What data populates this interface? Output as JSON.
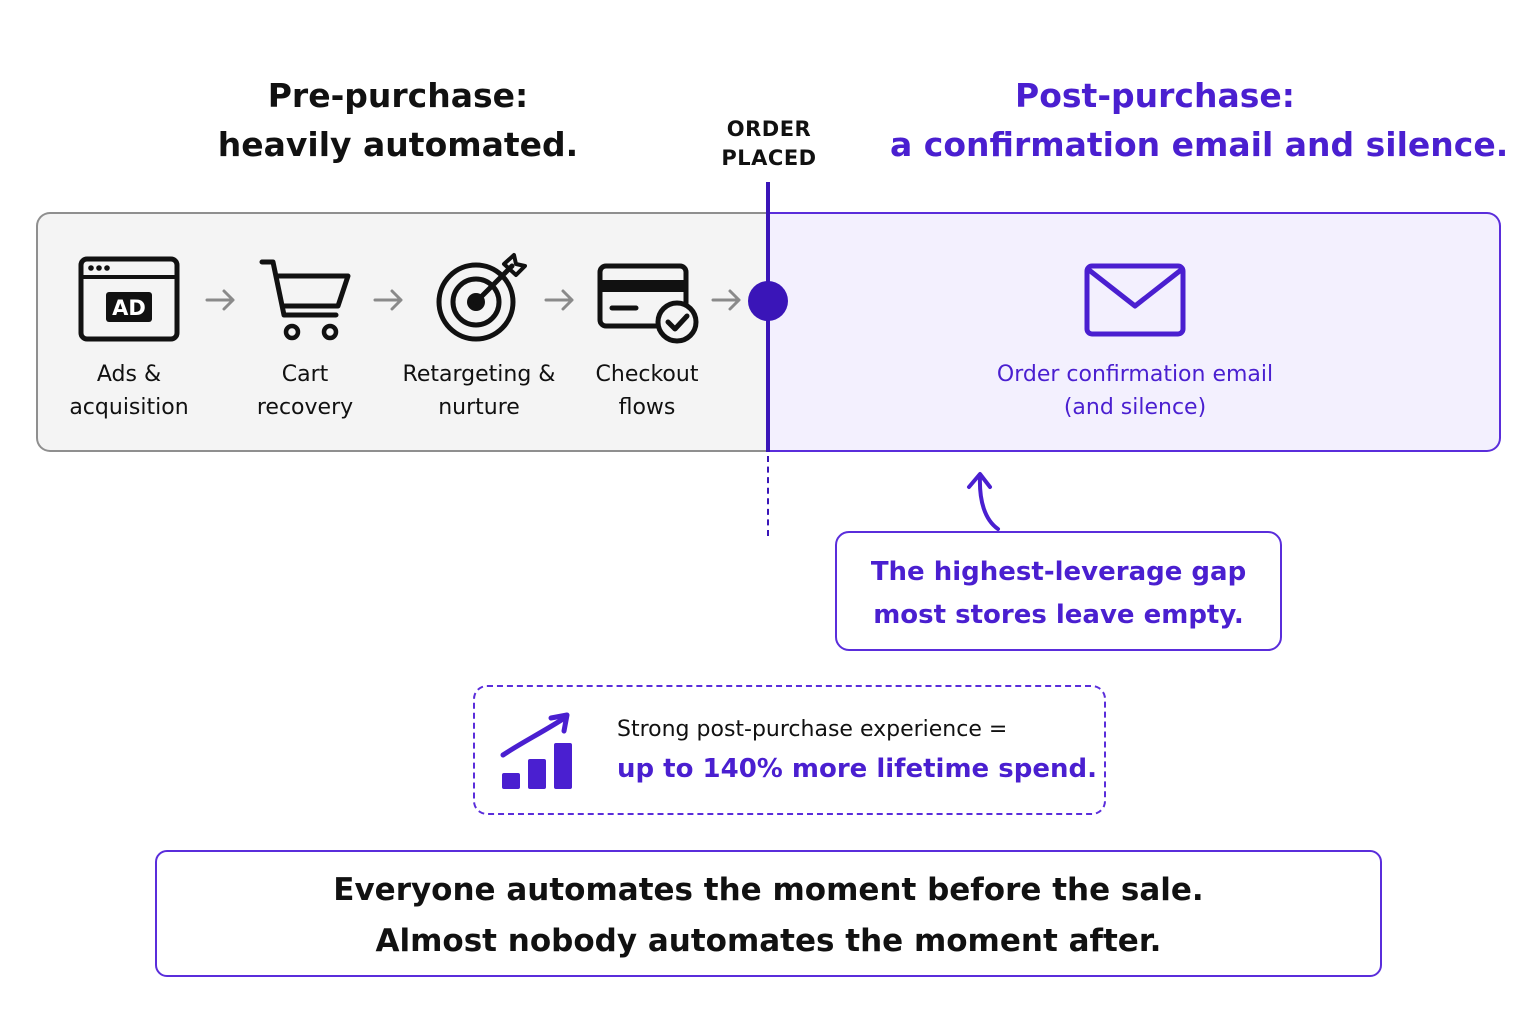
{
  "pre_purchase": {
    "heading_line1": "Pre-purchase:",
    "heading_line2": "heavily automated.",
    "steps": [
      {
        "icon": "ad-window-icon",
        "label_line1": "Ads &",
        "label_line2": "acquisition"
      },
      {
        "icon": "shopping-cart-icon",
        "label_line1": "Cart",
        "label_line2": "recovery"
      },
      {
        "icon": "target-dart-icon",
        "label_line1": "Retargeting &",
        "label_line2": "nurture"
      },
      {
        "icon": "credit-card-check-icon",
        "label_line1": "Checkout",
        "label_line2": "flows"
      }
    ],
    "icon_ad_text": "AD"
  },
  "order_placed": {
    "line1": "ORDER",
    "line2": "PLACED"
  },
  "post_purchase": {
    "heading_line1": "Post-purchase:",
    "heading_line2": "a confirmation email and silence.",
    "email_icon": "envelope-icon",
    "email_label_line1": "Order confirmation email",
    "email_label_line2": "(and silence)"
  },
  "gap_callout": {
    "line1": "The highest-leverage gap",
    "line2": "most stores leave empty."
  },
  "stat": {
    "icon": "growth-chart-icon",
    "line1": "Strong post-purchase experience =",
    "line2": "up to 140% more lifetime spend."
  },
  "summary": {
    "line1": "Everyone automates the moment before the sale.",
    "line2": "Almost nobody automates the moment after."
  },
  "colors": {
    "accent": "#4a1fd0",
    "accent_dark": "#3a15b8",
    "pre_panel_bg": "#f4f4f4",
    "post_panel_bg": "#f3f0fe",
    "text": "#111111"
  }
}
